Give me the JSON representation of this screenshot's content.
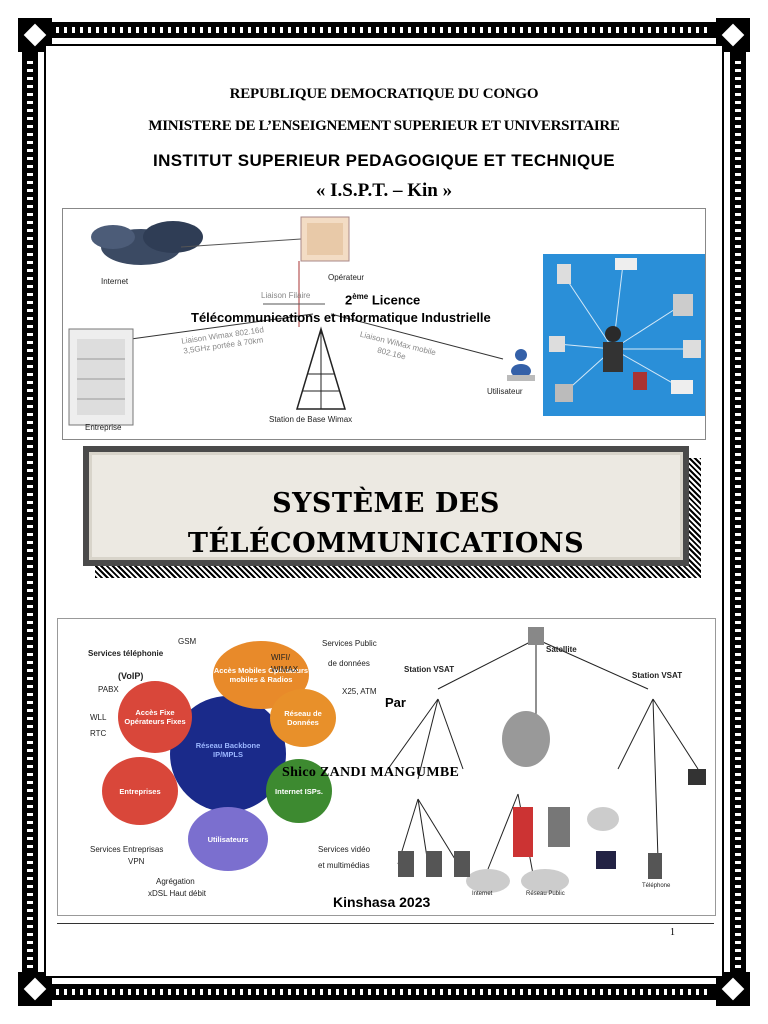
{
  "header": {
    "line1": "REPUBLIQUE DEMOCRATIQUE DU CONGO",
    "line2": "MINISTERE DE L’ENSEIGNEMENT SUPERIEUR ET UNIVERSITAIRE",
    "institute": "INSTITUT SUPERIEUR PEDAGOGIQUE ET TECHNIQUE",
    "acronym": "« I.S.P.T. – Kin »"
  },
  "top_diagram": {
    "labels": {
      "internet": "Internet",
      "operateur": "Opérateur",
      "liaison_filaire": "Liaison Filaire",
      "wimax1": "Liaison Wimax 802.16d",
      "wimax2": "3,5GHz portée à 70km",
      "wimax_mobile1": "Liaison WiMax mobile",
      "wimax_mobile2": "802.16e",
      "entreprise": "Entreprise",
      "station": "Station de Base Wimax",
      "utilisateur": "Utilisateur"
    },
    "level_prefix": "2",
    "level_sup": "ème",
    "level_suffix": " Licence",
    "program": "Télécommunications et Informatique Industrielle"
  },
  "title": {
    "line1": "SYSTÈME DES",
    "line2": "TÉLÉCOMMUNICATIONS"
  },
  "bottom_diagram": {
    "left_labels": {
      "services_telephonie": "Services téléphonie",
      "voip": "(VoIP)",
      "pabx": "PABX",
      "wll": "WLL",
      "rtc": "RTC",
      "gsm": "GSM",
      "wifi": "WIFI/",
      "wimax": "WIMAX",
      "services_public": "Services Public",
      "donnees": "de données",
      "x25": "X25, ATM",
      "services_entreprises": "Services Entreprisas",
      "vpn": "VPN",
      "agregation": "Agrégation",
      "xdsl": "xDSL Haut débit",
      "services_video": "Services vidéo",
      "multimedias": "et multimédias"
    },
    "nodes": {
      "acces_mobiles": "Accès Mobiles Opérateurs mobiles & Radios",
      "acces_fixe": "Accès Fixe Opérateurs Fixes",
      "reseau_donnees": "Réseau de Données",
      "backbone": "Réseau Backbone IP/MPLS",
      "entreprises": "Entreprises",
      "internet_isps": "Internet ISPs.",
      "utilisateurs": "Utilisateurs"
    },
    "right_labels": {
      "satellite": "Satellite",
      "station_vsat1": "Station VSAT",
      "station_vsat2": "Station VSAT",
      "internet": "Internet",
      "reseau_public": "Réseau Public",
      "telephone": "Téléphone"
    },
    "par": "Par",
    "author": "Shico ZANDI MANGUMBE",
    "city": "Kinshasa 2023"
  },
  "footer": {
    "page_number": "1"
  }
}
